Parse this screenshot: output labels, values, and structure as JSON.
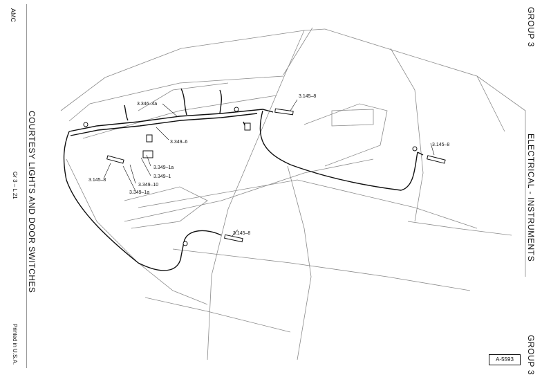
{
  "margin_left": {
    "brand": "AMC",
    "title": "COURTESY LIGHTS AND DOOR SWITCHES",
    "page_ref": "Gr 3 – L 21",
    "printed": "Printed in U.S.A."
  },
  "margin_right": {
    "group_top": "GROUP 3",
    "section": "ELECTRICAL - INSTRUMENTS",
    "group_bottom": "GROUP 3"
  },
  "figure_ref": "A-5593",
  "callouts": {
    "c1": "3.346–4a",
    "c2": "3.145–8",
    "c3": "3.349–6",
    "c4": "3.145–8",
    "c5": "3.349–1a",
    "c6": "3.349–1",
    "c7": "3.349–10",
    "c8": "3.349–1a",
    "c9": "3.145–8",
    "c10": "3.145–8"
  }
}
